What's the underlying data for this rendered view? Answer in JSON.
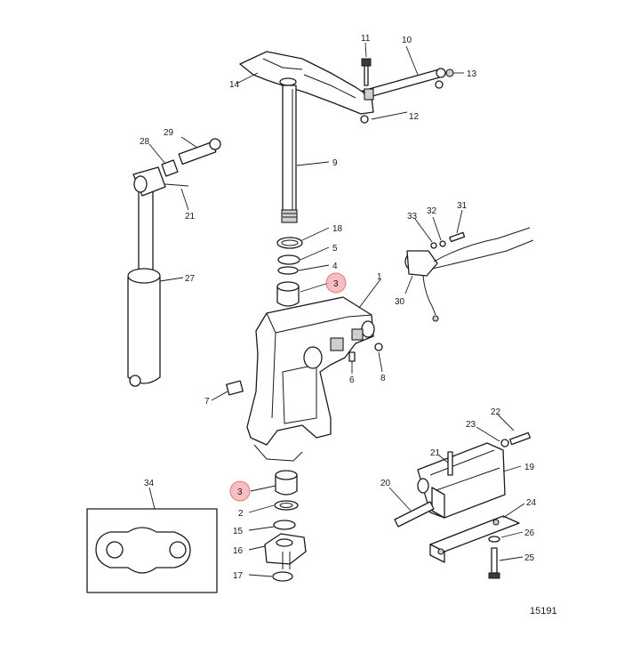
{
  "callouts": [
    {
      "id": "c1",
      "label": "1"
    },
    {
      "id": "c2",
      "label": "2"
    },
    {
      "id": "c3a",
      "label": "3",
      "highlight": true
    },
    {
      "id": "c3b",
      "label": "3",
      "highlight": true
    },
    {
      "id": "c4",
      "label": "4"
    },
    {
      "id": "c5",
      "label": "5"
    },
    {
      "id": "c6",
      "label": "6"
    },
    {
      "id": "c7",
      "label": "7"
    },
    {
      "id": "c8",
      "label": "8"
    },
    {
      "id": "c9",
      "label": "9"
    },
    {
      "id": "c10",
      "label": "10"
    },
    {
      "id": "c11",
      "label": "11"
    },
    {
      "id": "c12",
      "label": "12"
    },
    {
      "id": "c13",
      "label": "13"
    },
    {
      "id": "c14",
      "label": "14"
    },
    {
      "id": "c15",
      "label": "15"
    },
    {
      "id": "c16",
      "label": "16"
    },
    {
      "id": "c17",
      "label": "17"
    },
    {
      "id": "c18",
      "label": "18"
    },
    {
      "id": "c19",
      "label": "19"
    },
    {
      "id": "c20",
      "label": "20"
    },
    {
      "id": "c21a",
      "label": "21"
    },
    {
      "id": "c21b",
      "label": "21"
    },
    {
      "id": "c22",
      "label": "22"
    },
    {
      "id": "c23",
      "label": "23"
    },
    {
      "id": "c24",
      "label": "24"
    },
    {
      "id": "c25",
      "label": "25"
    },
    {
      "id": "c26",
      "label": "26"
    },
    {
      "id": "c27",
      "label": "27"
    },
    {
      "id": "c28",
      "label": "28"
    },
    {
      "id": "c29",
      "label": "29"
    },
    {
      "id": "c30",
      "label": "30"
    },
    {
      "id": "c31",
      "label": "31"
    },
    {
      "id": "c32",
      "label": "32"
    },
    {
      "id": "c33",
      "label": "33"
    },
    {
      "id": "c34",
      "label": "34"
    }
  ],
  "figure_number": "15191",
  "colors": {
    "highlight": "#f7b3b8",
    "highlight_stroke": "#e0606a",
    "line": "#1a1a1a"
  }
}
